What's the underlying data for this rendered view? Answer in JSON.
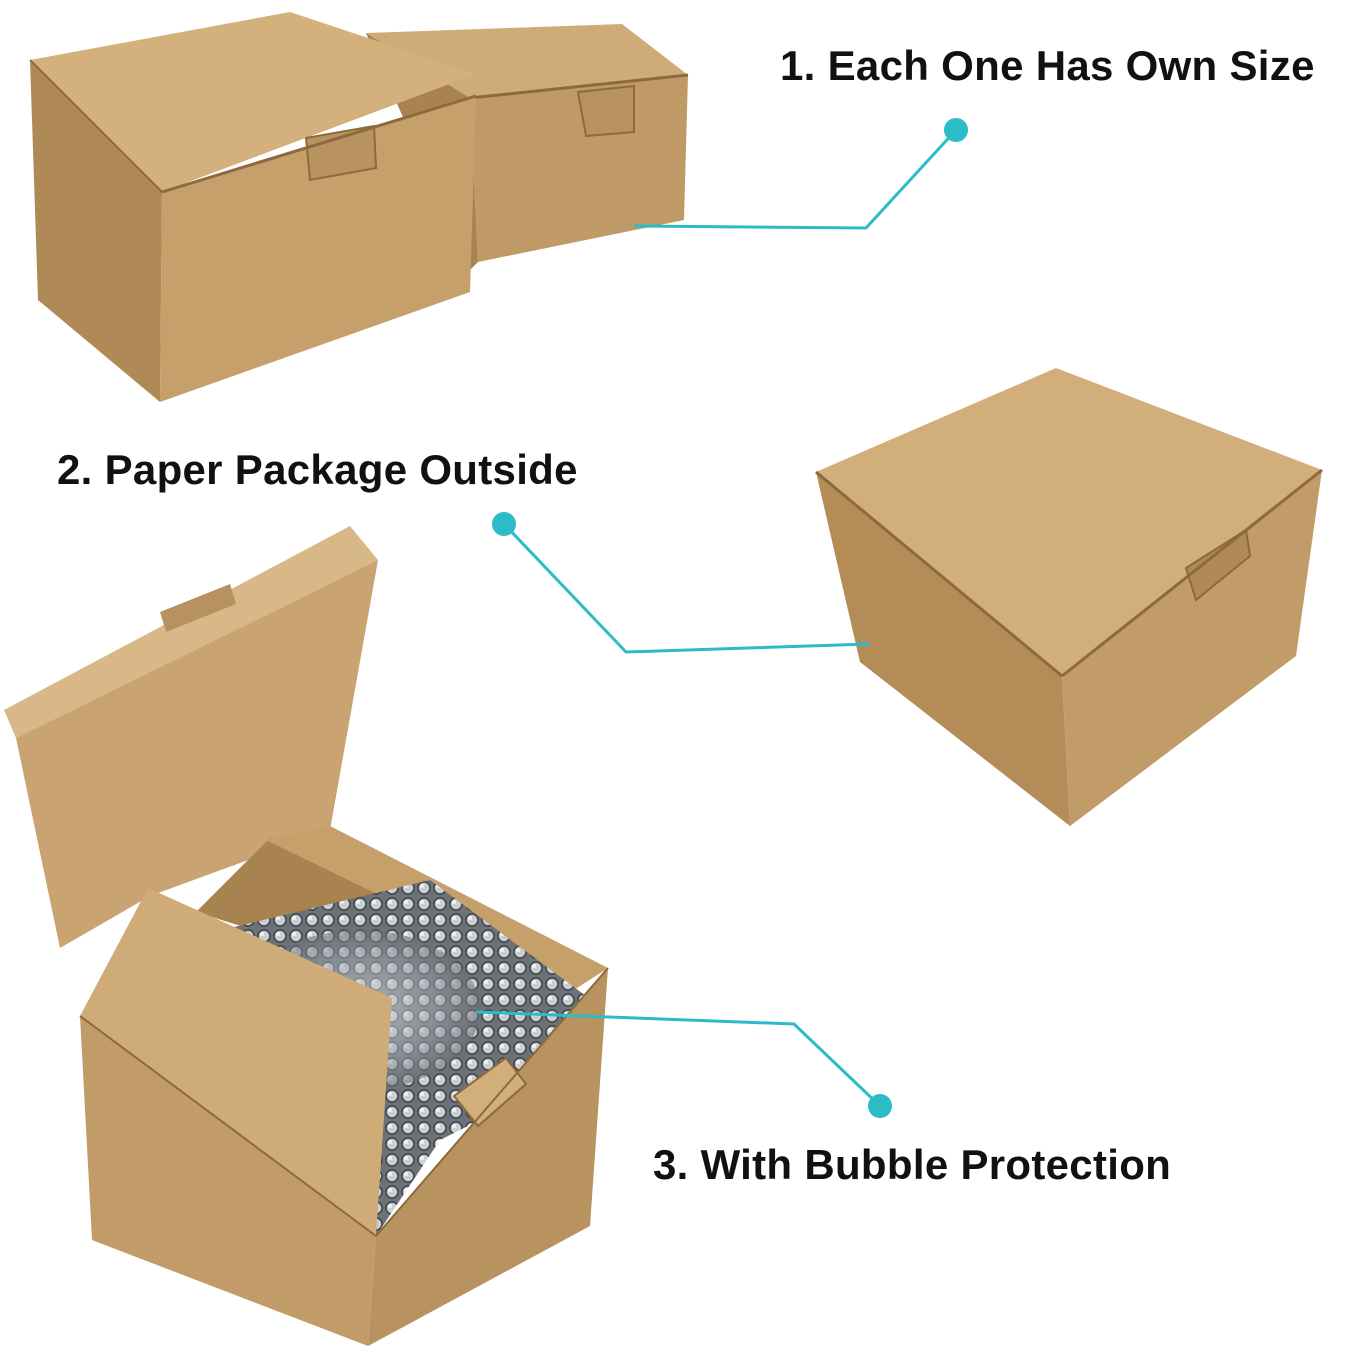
{
  "labels": [
    {
      "text": "1. Each One Has Own Size"
    },
    {
      "text": "2. Paper Package Outside"
    },
    {
      "text": "3. With Bubble Protection"
    }
  ],
  "colors": {
    "background": "#ffffff",
    "callout": "#2bbcc8",
    "cardboard": "#c9a472",
    "cardboard_dark": "#a9834f",
    "cardboard_light": "#d8b887",
    "text": "#111111"
  }
}
